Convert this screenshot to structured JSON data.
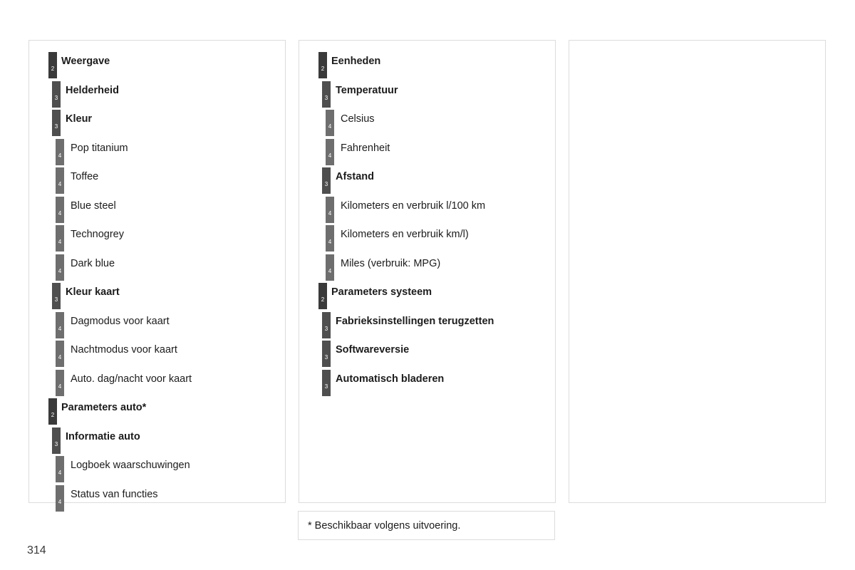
{
  "page": {
    "number": "314",
    "footnote": "* Beschikbaar volgens uitvoering."
  },
  "columns": [
    {
      "name": "column-left",
      "entries": [
        {
          "level": 2,
          "marker": "2",
          "label": "Weergave"
        },
        {
          "level": 3,
          "marker": "3",
          "label": "Helderheid"
        },
        {
          "level": 3,
          "marker": "3",
          "label": "Kleur"
        },
        {
          "level": 4,
          "marker": "4",
          "label": "Pop titanium"
        },
        {
          "level": 4,
          "marker": "4",
          "label": "Toffee"
        },
        {
          "level": 4,
          "marker": "4",
          "label": "Blue steel"
        },
        {
          "level": 4,
          "marker": "4",
          "label": "Technogrey"
        },
        {
          "level": 4,
          "marker": "4",
          "label": "Dark blue"
        },
        {
          "level": 3,
          "marker": "3",
          "label": "Kleur kaart"
        },
        {
          "level": 4,
          "marker": "4",
          "label": "Dagmodus voor kaart"
        },
        {
          "level": 4,
          "marker": "4",
          "label": "Nachtmodus voor kaart"
        },
        {
          "level": 4,
          "marker": "4",
          "label": "Auto. dag/nacht voor kaart"
        },
        {
          "level": 2,
          "marker": "2",
          "label": "Parameters auto*"
        },
        {
          "level": 3,
          "marker": "3",
          "label": "Informatie auto"
        },
        {
          "level": 4,
          "marker": "4",
          "label": "Logboek waarschuwingen"
        },
        {
          "level": 4,
          "marker": "4",
          "label": "Status van functies"
        }
      ]
    },
    {
      "name": "column-middle",
      "entries": [
        {
          "level": 2,
          "marker": "2",
          "label": "Eenheden"
        },
        {
          "level": 3,
          "marker": "3",
          "label": "Temperatuur"
        },
        {
          "level": 4,
          "marker": "4",
          "label": "Celsius"
        },
        {
          "level": 4,
          "marker": "4",
          "label": "Fahrenheit"
        },
        {
          "level": 3,
          "marker": "3",
          "label": "Afstand"
        },
        {
          "level": 4,
          "marker": "4",
          "label": "Kilometers en verbruik l/100 km"
        },
        {
          "level": 4,
          "marker": "4",
          "label": "Kilometers en verbruik km/l)"
        },
        {
          "level": 4,
          "marker": "4",
          "label": "Miles (verbruik: MPG)"
        },
        {
          "level": 2,
          "marker": "2",
          "label": "Parameters systeem"
        },
        {
          "level": 3,
          "marker": "3",
          "label": "Fabrieksinstellingen terugzetten"
        },
        {
          "level": 3,
          "marker": "3",
          "label": "Softwareversie"
        },
        {
          "level": 3,
          "marker": "3",
          "label": "Automatisch bladeren"
        }
      ]
    },
    {
      "name": "column-right",
      "entries": []
    }
  ],
  "colors": {
    "level2_marker": "#3a3a3a",
    "level3_marker": "#4f4f4f",
    "level4_marker": "#6e6e6e",
    "box_border": "#dcdcdc",
    "text": "#1c1c1c",
    "background": "#ffffff"
  }
}
